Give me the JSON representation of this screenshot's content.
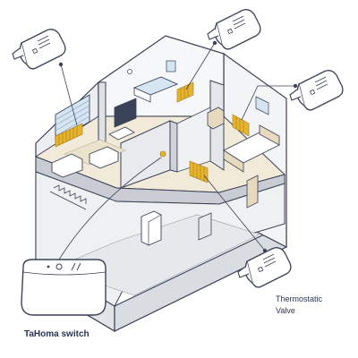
{
  "labels": {
    "hub": "TaHoma switch",
    "valve_line1": "Thermostatic",
    "valve_line2": "Valve"
  },
  "colors": {
    "outline": "#3a4257",
    "wall": "#f1f2f4",
    "wall_shade": "#dfe1e5",
    "floor": "#f2ead8",
    "accent": "#e7b52c",
    "window": "#d5e6f2"
  },
  "icons": {
    "thermostat_head": "thermostat-valve-icon",
    "hub": "tahoma-hub-icon"
  }
}
